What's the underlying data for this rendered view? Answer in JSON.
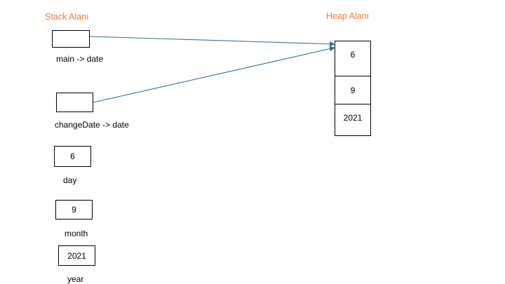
{
  "stack": {
    "heading": "Stack Alanı",
    "main_ref_label": "main -> date",
    "change_ref_label": "changeDate -> date",
    "day": {
      "value": "6",
      "label": "day"
    },
    "month": {
      "value": "9",
      "label": "month"
    },
    "year": {
      "value": "2021",
      "label": "year"
    }
  },
  "heap": {
    "heading": "Heap Alanı",
    "cells": [
      "6",
      "9",
      "2021"
    ]
  },
  "colors": {
    "heading": "#e87d2f",
    "arrow": "#2e6f95",
    "border": "#000000"
  }
}
